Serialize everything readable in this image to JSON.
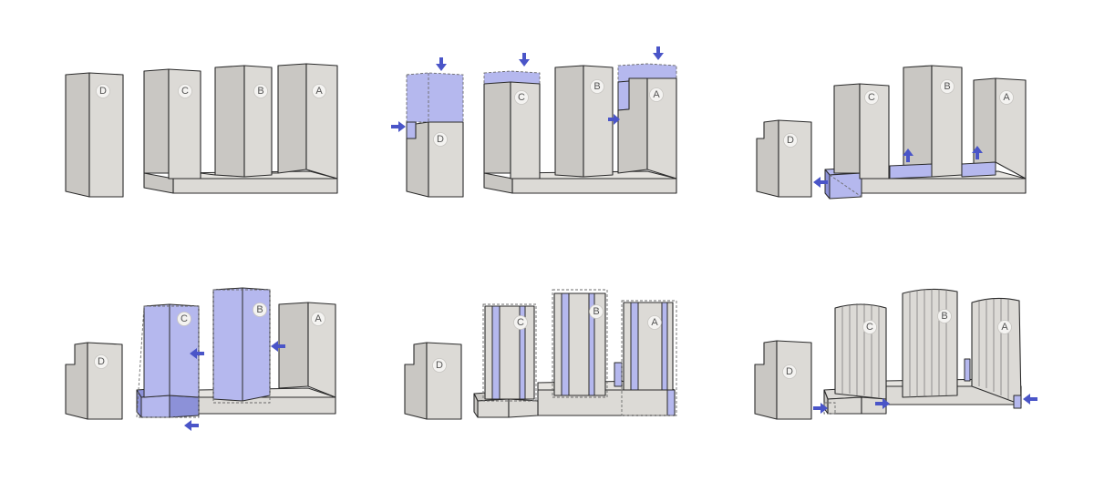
{
  "buildings": {
    "a": "A",
    "b": "B",
    "c": "C",
    "d": "D"
  },
  "colors": {
    "massing": "#dcdad6",
    "highlight": "#b5b8ee",
    "arrow": "#4a55c8",
    "outline": "#2b2b2b"
  },
  "icons": [
    "arrow-down-icon",
    "arrow-right-icon",
    "arrow-left-icon",
    "arrow-up-icon"
  ]
}
